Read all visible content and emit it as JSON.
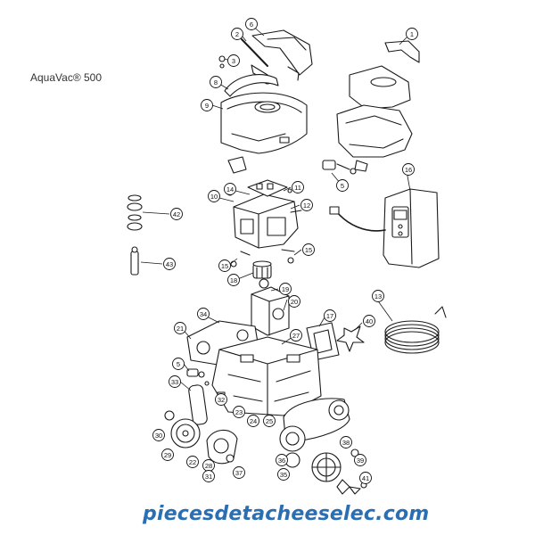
{
  "title": "AquaVac® 500",
  "watermark": "piecesdetacheeselec.com",
  "colors": {
    "line": "#1a1a1a",
    "fill": "#ffffff",
    "callout": "#111111",
    "watermark": "#2b6fb3"
  },
  "callouts": [
    {
      "id": "c1",
      "label": "1"
    },
    {
      "id": "c2",
      "label": "2"
    },
    {
      "id": "c3",
      "label": "3"
    },
    {
      "id": "c6",
      "label": "6"
    },
    {
      "id": "c8",
      "label": "8"
    },
    {
      "id": "c9",
      "label": "9"
    },
    {
      "id": "c5a",
      "label": "5"
    },
    {
      "id": "c16",
      "label": "16"
    },
    {
      "id": "c10",
      "label": "10"
    },
    {
      "id": "c14",
      "label": "14"
    },
    {
      "id": "c11",
      "label": "11"
    },
    {
      "id": "c12",
      "label": "12"
    },
    {
      "id": "c42",
      "label": "42"
    },
    {
      "id": "c15a",
      "label": "15"
    },
    {
      "id": "c15b",
      "label": "15"
    },
    {
      "id": "c43",
      "label": "43"
    },
    {
      "id": "c18",
      "label": "18"
    },
    {
      "id": "c19",
      "label": "19"
    },
    {
      "id": "c20",
      "label": "20"
    },
    {
      "id": "c13",
      "label": "13"
    },
    {
      "id": "c34",
      "label": "34"
    },
    {
      "id": "c17",
      "label": "17"
    },
    {
      "id": "c40",
      "label": "40"
    },
    {
      "id": "c21",
      "label": "21"
    },
    {
      "id": "c27",
      "label": "27"
    },
    {
      "id": "c5b",
      "label": "5"
    },
    {
      "id": "c33",
      "label": "33"
    },
    {
      "id": "c32",
      "label": "32"
    },
    {
      "id": "c23",
      "label": "23"
    },
    {
      "id": "c24",
      "label": "24"
    },
    {
      "id": "c25",
      "label": "25"
    },
    {
      "id": "c22",
      "label": "22"
    },
    {
      "id": "c36",
      "label": "36"
    },
    {
      "id": "c29",
      "label": "29"
    },
    {
      "id": "c28",
      "label": "28"
    },
    {
      "id": "c31",
      "label": "31"
    },
    {
      "id": "c37",
      "label": "37"
    },
    {
      "id": "c30",
      "label": "30"
    },
    {
      "id": "c35",
      "label": "35"
    },
    {
      "id": "c38",
      "label": "38"
    },
    {
      "id": "c39",
      "label": "39"
    },
    {
      "id": "c41",
      "label": "41"
    }
  ]
}
